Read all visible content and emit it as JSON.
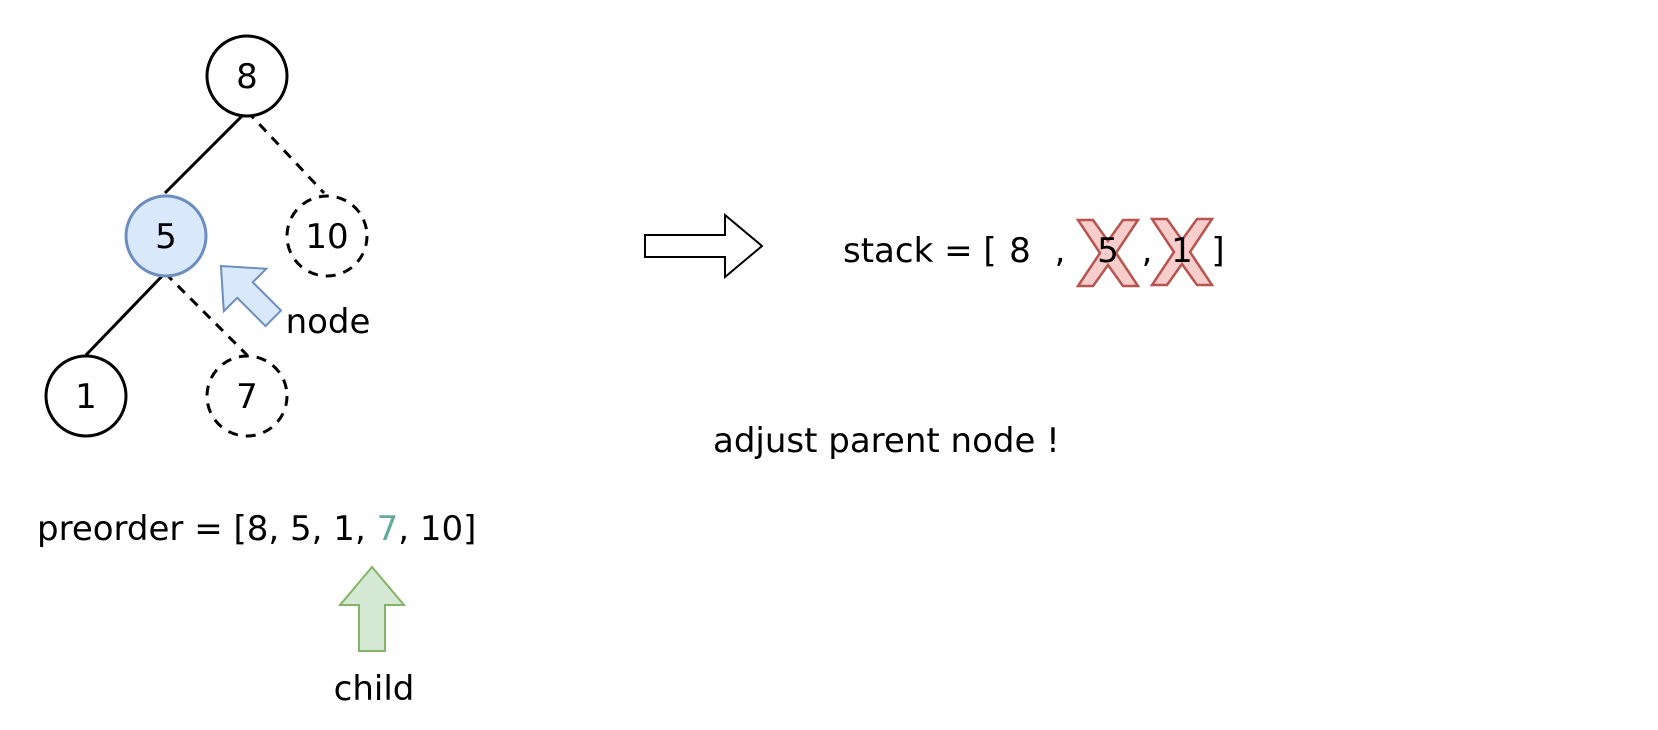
{
  "tree": {
    "root": {
      "label": "8",
      "style": "solid"
    },
    "left": {
      "label": "5",
      "style": "highlighted"
    },
    "right": {
      "label": "10",
      "style": "dashed"
    },
    "left_left": {
      "label": "1",
      "style": "solid"
    },
    "left_right": {
      "label": "7",
      "style": "dashed"
    }
  },
  "node_pointer": {
    "label": "node"
  },
  "stack": {
    "prefix": "stack = [",
    "items": [
      "8",
      "5",
      "1"
    ],
    "separator": ",",
    "suffix": "]",
    "removed_items": [
      "5",
      "1"
    ]
  },
  "message": "adjust parent node !",
  "preorder": {
    "prefix": "preorder = [",
    "items": [
      "8",
      "5",
      "1",
      "7",
      "10"
    ],
    "separator": ", ",
    "suffix": "]",
    "highlighted_item": "7"
  },
  "child_pointer": {
    "label": "child"
  },
  "colors": {
    "highlight_fill": "#dae8fc",
    "highlight_stroke": "#6c8ebf",
    "child_arrow_fill": "#d5e8d4",
    "child_arrow_stroke": "#82b366",
    "preorder_highlight_text": "#67ab9f",
    "cross_fill": "#f8cecc",
    "cross_stroke": "#b85450"
  },
  "icons": {
    "node_pointer": "arrow-up-left-icon",
    "child_pointer": "arrow-up-icon",
    "transition": "arrow-right-icon",
    "removed_mark": "cross-icon"
  }
}
